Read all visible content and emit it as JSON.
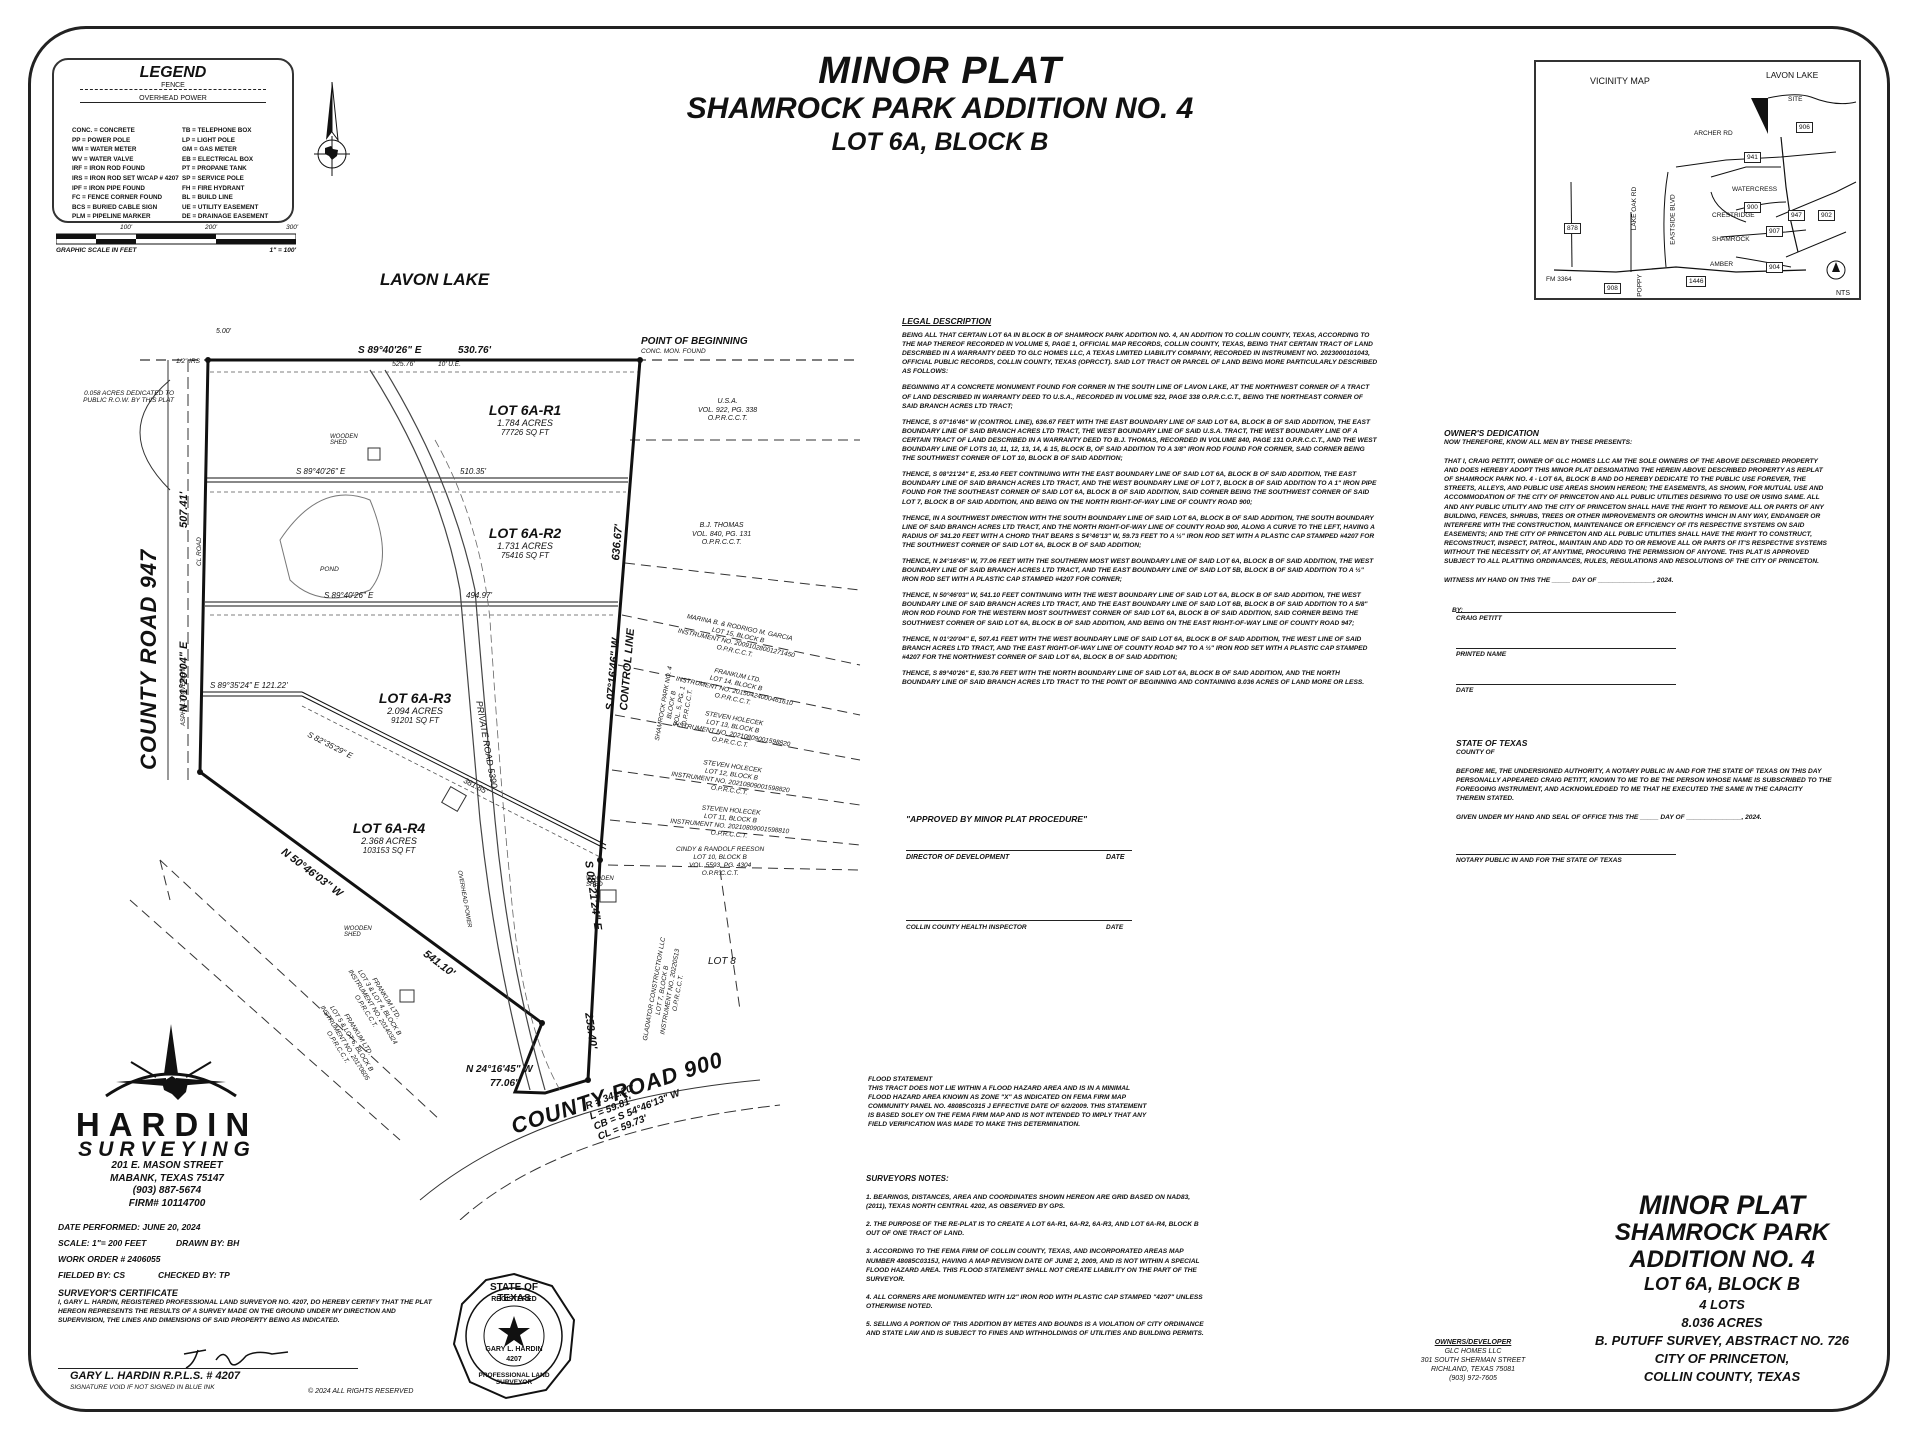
{
  "title": {
    "line1": "MINOR PLAT",
    "line2": "SHAMROCK PARK ADDITION NO. 4",
    "line3": "LOT 6A, BLOCK B"
  },
  "legend": {
    "heading": "LEGEND",
    "fence": "FENCE",
    "overhead": "OVERHEAD POWER",
    "left": [
      "CONC. = CONCRETE",
      "PP = POWER POLE",
      "WM = WATER METER",
      "WV = WATER VALVE",
      "IRF = IRON ROD FOUND",
      "IRS = IRON ROD SET W/CAP # 4207",
      "IPF = IRON PIPE FOUND",
      "FC = FENCE CORNER FOUND",
      "BCS = BURIED CABLE SIGN",
      "PLM = PIPELINE MARKER"
    ],
    "right": [
      "TB = TELEPHONE BOX",
      "LP = LIGHT POLE",
      "GM = GAS METER",
      "EB = ELECTRICAL BOX",
      "PT = PROPANE TANK",
      "SP = SERVICE POLE",
      "FH = FIRE HYDRANT",
      "BL = BUILD LINE",
      "UE = UTILITY EASEMENT",
      "DE = DRAINAGE EASEMENT"
    ]
  },
  "scale": {
    "t100": "100'",
    "t200": "200'",
    "t300": "300'",
    "caption": "GRAPHIC SCALE IN FEET",
    "ratio": "1\" = 100'"
  },
  "vicinity": {
    "title": "VICINITY MAP",
    "lake": "LAVON LAKE",
    "site": "SITE",
    "nts": "NTS",
    "roads": [
      "ARCHER RD",
      "WATERCRESS",
      "CRESTRIDGE",
      "SHAMROCK",
      "AMBER",
      "FM 3364",
      "LAKE OAK RD",
      "EASTSIDE BLVD",
      "POPPY"
    ],
    "boxes": [
      "906",
      "941",
      "900",
      "947",
      "907",
      "902",
      "904",
      "878",
      "1446",
      "908"
    ]
  },
  "plat": {
    "lake": "LAVON LAKE",
    "cr947": "COUNTY ROAD 947",
    "cr900": "COUNTY ROAD 900",
    "pob": "POINT OF BEGINNING",
    "pob2": "CONC. MON. FOUND",
    "north_line": "S 89°40'26\" E",
    "north_dist": "530.76'",
    "north_inner": "525.76'",
    "ue": "10' U.E.",
    "five": "5.00'",
    "half_irs": "1/2\" IRS",
    "row_note": [
      "0.058 ACRES DEDICATED TO",
      "PUBLIC R.O.W. BY THIS PLAT"
    ],
    "lots": [
      {
        "name": "LOT 6A-R1",
        "acres": "1.784 ACRES",
        "sqft": "77726 SQ FT"
      },
      {
        "name": "LOT 6A-R2",
        "acres": "1.731 ACRES",
        "sqft": "75416 SQ FT"
      },
      {
        "name": "LOT 6A-R3",
        "acres": "2.094 ACRES",
        "sqft": "91201 SQ FT"
      },
      {
        "name": "LOT 6A-R4",
        "acres": "2.368 ACRES",
        "sqft": "103153 SQ FT"
      }
    ],
    "lines": {
      "l1": "S 89°40'26\" E",
      "l1d": "510.35'",
      "l2": "S 89°40'26\" E",
      "l2d": "494.97'",
      "l3": "S 89°35'24\" E 121.22'",
      "l4": "S 82°35'29\" E",
      "l4d": "381.85'"
    },
    "west": "N 01°20'04\" E",
    "west_d": "507.41'",
    "cl_road": "CL ROAD",
    "east": "S 07°16'46\" W",
    "east2": "CONTROL LINE",
    "east_d": "636.67'",
    "sw": "N 50°46'03\" W",
    "sw_d": "541.10'",
    "s": "N 24°16'45\" W",
    "s_d": "77.06'",
    "se": "S 08°21'24\" E",
    "se_d": "253.40'",
    "curve": [
      "R = 341.20'",
      "L = 59.81'",
      "CB = S 54°46'13\" W",
      "CL = 59.73'"
    ],
    "private": "PRIVATE ROAD 5390",
    "pond": "POND",
    "shed": "WOODEN SHED",
    "overhead": "OVERHEAD POWER",
    "asphalt": "ASPHALT PAVEMENT",
    "lot8": "LOT 8",
    "adj": [
      [
        "U.S.A.",
        "VOL. 922, PG. 338",
        "O.P.R.C.C.T."
      ],
      [
        "B.J. THOMAS",
        "VOL. 840, PG. 131",
        "O.P.R.C.C.T."
      ],
      [
        "MARINA B. & RODRIGO M. GARCIA",
        "LOT 15, BLOCK B",
        "INSTRUMENT NO. 20091028001271450",
        "O.P.R.C.C.T."
      ],
      [
        "FRANKUM LTD.",
        "LOT 14, BLOCK B",
        "INSTRUMENT NO. 20150424000461610",
        "O.P.R.C.C.T."
      ],
      [
        "STEVEN HOLECEK",
        "LOT 13, BLOCK B",
        "INSTRUMENT NO. 20210809001598820",
        "O.P.R.C.C.T."
      ],
      [
        "STEVEN HOLECEK",
        "LOT 12, BLOCK B",
        "INSTRUMENT NO. 20210809001598820",
        "O.P.R.C.C.T."
      ],
      [
        "STEVEN HOLECEK",
        "LOT 11, BLOCK B",
        "INSTRUMENT NO. 20210809001598810",
        "O.P.R.C.C.T."
      ],
      [
        "CINDY & RANDOLF REESON",
        "LOT 10, BLOCK B",
        "VOL. 5593, PG. 4304",
        "O.P.R.C.C.T."
      ]
    ],
    "shamrock": [
      "SHAMROCK PARK NO. 4",
      "BLOCK B",
      "VOL. 5, PG. 1",
      "O.P.R.C.C.T."
    ],
    "gladiator": [
      "GLADIATOR CONSTRUCTION LLC",
      "LOT 7, BLOCK B",
      "INSTRUMENT NO. 20220513",
      "O.P.R.C.C.T."
    ],
    "frankum_a": [
      "FRANKUM LTD.",
      "LOT 3 & LOT 4, BLOCK B",
      "INSTRUMENT NO. 20140324",
      "O.P.R.C.C.T."
    ],
    "frankum_b": [
      "FRANKUM LTD.",
      "LOT 5 & LOT 6, BLOCK B",
      "INSTRUMENT NO. 20170605",
      "O.P.R.C.C.T."
    ]
  },
  "legal": {
    "heading": "LEGAL DESCRIPTION",
    "paras": [
      "BEING ALL THAT CERTAIN LOT 6A IN BLOCK B OF SHAMROCK PARK ADDITION NO. 4, AN ADDITION TO COLLIN COUNTY, TEXAS, ACCORDING TO THE MAP THEREOF RECORDED IN VOLUME 5, PAGE 1, OFFICIAL MAP RECORDS, COLLIN COUNTY, TEXAS, BEING THAT CERTAIN TRACT OF LAND DESCRIBED IN A WARRANTY DEED TO GLC HOMES LLC, A TEXAS LIMITED LIABILITY COMPANY, RECORDED IN INSTRUMENT NO. 2023000101043, OFFICIAL PUBLIC RECORDS, COLLIN COUNTY, TEXAS (OPRCCT). SAID LOT TRACT OR PARCEL OF LAND BEING MORE PARTICULARLY DESCRIBED AS FOLLOWS:",
      "BEGINNING AT A CONCRETE MONUMENT FOUND FOR CORNER IN THE SOUTH LINE OF LAVON LAKE, AT THE NORTHWEST CORNER OF A TRACT OF LAND DESCRIBED IN WARRANTY DEED TO U.S.A., RECORDED IN VOLUME 922, PAGE 338 O.P.R.C.C.T., BEING THE NORTHEAST CORNER OF SAID BRANCH ACRES LTD TRACT;",
      "THENCE, S 07°16'46\" W (CONTROL LINE), 636.67 FEET WITH THE EAST BOUNDARY LINE OF SAID LOT 6A, BLOCK B OF SAID ADDITION, THE EAST BOUNDARY LINE OF SAID BRANCH ACRES LTD TRACT, THE WEST BOUNDARY LINE OF SAID U.S.A. TRACT, THE WEST BOUNDARY LINE OF A CERTAIN TRACT OF LAND DESCRIBED IN A WARRANTY DEED TO B.J. THOMAS, RECORDED IN VOLUME 840, PAGE 131 O.P.R.C.C.T., AND THE WEST BOUNDARY LINE OF LOTS 10, 11, 12, 13, 14, & 15, BLOCK B, OF SAID ADDITION TO A 3/8\" IRON ROD FOUND FOR CORNER, SAID CORNER BEING THE SOUTHWEST CORNER OF LOT 10, BLOCK B OF SAID ADDITION;",
      "THENCE, S 08°21'24\" E, 253.40 FEET CONTINUING WITH THE EAST BOUNDARY LINE OF SAID LOT 6A, BLOCK B OF SAID ADDITION, THE EAST BOUNDARY LINE OF SAID BRANCH ACRES LTD TRACT, AND THE WEST BOUNDARY LINE OF LOT 7, BLOCK B OF SAID ADDITION TO A 1\" IRON PIPE FOUND FOR THE SOUTHEAST CORNER OF SAID LOT 6A, BLOCK B OF SAID ADDITION, SAID CORNER BEING THE SOUTHWEST CORNER OF SAID LOT 7, BLOCK B OF SAID ADDITION, AND BEING ON THE NORTH RIGHT-OF-WAY LINE OF COUNTY ROAD 900;",
      "THENCE, IN A SOUTHWEST DIRECTION WITH THE SOUTH BOUNDARY LINE OF SAID LOT 6A, BLOCK B OF SAID ADDITION, THE SOUTH BOUNDARY LINE OF SAID BRANCH ACRES LTD TRACT, AND THE NORTH RIGHT-OF-WAY LINE OF COUNTY ROAD 900, ALONG A CURVE TO THE LEFT, HAVING A RADIUS OF 341.20 FEET WITH A CHORD THAT BEARS S 54°46'13\" W, 59.73 FEET TO A ½\" IRON ROD SET WITH A PLASTIC CAP STAMPED #4207 FOR THE SOUTHWEST CORNER OF SAID LOT 6A, BLOCK B OF SAID ADDITION;",
      "THENCE, N 24°16'45\" W, 77.06 FEET WITH THE SOUTHERN MOST WEST BOUNDARY LINE OF SAID LOT 6A, BLOCK B OF SAID ADDITION, THE WEST BOUNDARY LINE OF SAID BRANCH ACRES LTD TRACT, AND THE EAST BOUNDARY LINE OF SAID LOT 5B, BLOCK B OF SAID ADDITION TO A ½\" IRON ROD SET WITH A PLASTIC CAP STAMPED #4207 FOR CORNER;",
      "THENCE, N 50°46'03\" W, 541.10 FEET CONTINUING WITH THE WEST BOUNDARY LINE OF SAID LOT 6A, BLOCK B OF SAID ADDITION, THE WEST BOUNDARY LINE OF SAID BRANCH ACRES LTD TRACT, AND THE EAST BOUNDARY LINE OF SAID LOT 6B, BLOCK B OF SAID ADDITION TO A 5/8\" IRON ROD FOUND FOR THE WESTERN MOST SOUTHWEST CORNER OF SAID LOT 6A, BLOCK B OF SAID ADDITION, SAID CORNER BEING THE SOUTHWEST CORNER OF SAID LOT 6A, BLOCK B OF SAID ADDITION, AND BEING ON THE EAST RIGHT-OF-WAY LINE OF COUNTY ROAD 947;",
      "THENCE, N 01°20'04\" E, 507.41 FEET WITH THE WEST BOUNDARY LINE OF SAID LOT 6A, BLOCK B OF SAID ADDITION, THE WEST LINE OF SAID BRANCH ACRES LTD TRACT, AND THE EAST RIGHT-OF-WAY LINE OF COUNTY ROAD 947 TO A ½\" IRON ROD SET WITH A PLASTIC CAP STAMPED #4207 FOR THE NORTHWEST CORNER OF SAID LOT 6A, BLOCK B OF SAID ADDITION;",
      "THENCE, S 89°40'26\" E, 530.76 FEET WITH THE NORTH BOUNDARY LINE OF SAID LOT 6A, BLOCK B OF SAID ADDITION, AND THE NORTH BOUNDARY LINE OF SAID BRANCH ACRES LTD TRACT TO THE POINT OF BEGINNING AND CONTAINING 8.036 ACRES OF LAND MORE OR LESS."
    ]
  },
  "approval": {
    "heading": "\"APPROVED BY MINOR PLAT PROCEDURE\"",
    "director": "DIRECTOR OF DEVELOPMENT",
    "health": "COLLIN COUNTY HEALTH INSPECTOR",
    "date": "DATE"
  },
  "owner": {
    "heading": "OWNER'S DEDICATION",
    "sub": "NOW THEREFORE, KNOW ALL MEN BY THESE PRESENTS:",
    "text": "THAT I, CRAIG PETITT, OWNER OF GLC HOMES LLC AM THE SOLE OWNERS OF THE ABOVE DESCRIBED PROPERTY AND DOES HEREBY ADOPT THIS MINOR PLAT DESIGNATING THE HEREIN ABOVE DESCRIBED PROPERTY AS REPLAT OF SHAMROCK PARK NO. 4 - LOT 6A, BLOCK B AND DO HEREBY DEDICATE TO THE PUBLIC USE FOREVER, THE STREETS, ALLEYS, AND PUBLIC USE AREAS SHOWN HEREON; THE EASEMENTS, AS SHOWN, FOR MUTUAL USE AND ACCOMMODATION OF THE CITY OF PRINCETON AND ALL PUBLIC UTILITIES DESIRING TO USE OR USING SAME. ALL AND ANY PUBLIC UTILITY AND THE CITY OF PRINCETON SHALL HAVE THE RIGHT TO REMOVE ALL OR PARTS OF ANY BUILDING, FENCES, SHRUBS, TREES OR OTHER IMPROVEMENTS OR GROWTHS WHICH IN ANY WAY, ENDANGER OR INTERFERE WITH THE CONSTRUCTION, MAINTENANCE OR EFFICIENCY OF ITS RESPECTIVE SYSTEMS ON SAID EASEMENTS; AND THE CITY OF PRINCETON AND ALL PUBLIC UTILITIES SHALL HAVE THE RIGHT TO CONSTRUCT, RECONSTRUCT, INSPECT, PATROL, MAINTAIN AND ADD TO OR REMOVE ALL OR PARTS OF IT'S RESPECTIVE SYSTEMS WITHOUT THE NECESSITY OF, AT ANYTIME, PROCURING THE PERMISSION OF ANYONE. THIS PLAT IS APPROVED SUBJECT TO ALL PLATTING ORDINANCES, RULES, REGULATIONS AND RESOLUTIONS OF THE CITY OF PRINCETON.",
    "witness": "WITNESS MY HAND ON THIS THE _____ DAY OF _______________, 2024.",
    "by": "BY:",
    "name": "CRAIG PETITT",
    "printed": "PRINTED NAME",
    "date": "DATE"
  },
  "notary": {
    "state": "STATE OF TEXAS",
    "county": "COUNTY OF",
    "text": "BEFORE ME, THE UNDERSIGNED AUTHORITY, A NOTARY PUBLIC IN AND FOR THE STATE OF TEXAS ON THIS DAY PERSONALLY APPEARED CRAIG PETITT, KNOWN TO ME TO BE THE PERSON WHOSE NAME IS SUBSCRIBED TO THE FOREGOING INSTRUMENT, AND ACKNOWLEDGED TO ME THAT HE EXECUTED THE SAME IN THE CAPACITY THEREIN STATED.",
    "given": "GIVEN UNDER MY HAND AND SEAL OF OFFICE THIS THE _____ DAY OF _______________, 2024.",
    "sign": "NOTARY PUBLIC IN AND FOR THE STATE OF TEXAS"
  },
  "flood": {
    "heading": "FLOOD STATEMENT",
    "text": "THIS TRACT DOES NOT LIE WITHIN A FLOOD HAZARD AREA AND IS IN A MINIMAL FLOOD HAZARD AREA KNOWN AS ZONE \"X\" AS INDICATED ON FEMA FIRM MAP COMMUNITY PANEL NO. 48085C0315 J EFFECTIVE DATE OF 6/2/2009. THIS STATEMENT IS BASED SOLEY ON THE FEMA FIRM MAP AND IS NOT INTENDED TO IMPLY THAT ANY FIELD VERIFICATION WAS MADE TO MAKE THIS DETERMINATION."
  },
  "notes": {
    "heading": "SURVEYORS NOTES:",
    "items": [
      "1.   BEARINGS, DISTANCES, AREA AND COORDINATES SHOWN HEREON ARE GRID BASED ON NAD83, (2011), TEXAS NORTH CENTRAL 4202, AS OBSERVED BY GPS.",
      "2.   THE PURPOSE OF THE RE-PLAT IS TO CREATE A LOT 6A-R1, 6A-R2, 6A-R3, AND LOT 6A-R4, BLOCK B OUT OF ONE TRACT OF LAND.",
      "3.   ACCORDING TO THE FEMA FIRM OF COLLIN COUNTY, TEXAS, AND INCORPORATED AREAS MAP NUMBER 48085C0315J, HAVING A MAP REVISION DATE OF JUNE 2, 2009, AND IS NOT WITHIN A SPECIAL FLOOD HAZARD AREA. THIS FLOOD STATEMENT SHALL NOT CREATE LIABILITY ON THE PART OF THE SURVEYOR.",
      "4.   ALL CORNERS ARE MONUMENTED WITH 1/2\" IRON ROD WITH PLASTIC CAP STAMPED \"4207\" UNLESS OTHERWISE NOTED.",
      "5.   SELLING A PORTION OF THIS ADDITION BY METES AND BOUNDS IS A VIOLATION OF CITY ORDINANCE AND STATE LAW AND IS SUBJECT TO FINES AND WITHHOLDINGS OF UTILITIES AND BUILDING PERMITS."
    ]
  },
  "developer": {
    "heading": "OWNERS/DEVELOPER",
    "lines": [
      "GLC HOMES LLC",
      "301 SOUTH SHERMAN STREET",
      "RICHLAND, TEXAS 75081",
      "(903) 972-7605"
    ]
  },
  "bottom_title": {
    "l1": "MINOR PLAT",
    "l2": "SHAMROCK PARK",
    "l3": "ADDITION NO. 4",
    "l4": "LOT 6A, BLOCK B",
    "l5": "4 LOTS",
    "l6": "8.036 ACRES",
    "l7": "B. PUTUFF SURVEY, ABSTRACT NO. 726",
    "l8": "CITY OF PRINCETON,",
    "l9": "COLLIN COUNTY, TEXAS"
  },
  "hardin": {
    "name": "HARDIN",
    "sub": "SURVEYING",
    "addr": [
      "201 E. MASON STREET",
      "MABANK, TEXAS 75147",
      "(903) 887-5674",
      "FIRM# 10114700"
    ],
    "performed": "DATE PERFORMED: JUNE 20, 2024",
    "scale": "SCALE: 1\"= 200 FEET",
    "drawn": "DRAWN BY: BH",
    "work": "WORK ORDER # 2406055",
    "fielded": "FIELDED BY: CS",
    "checked": "CHECKED BY: TP",
    "cert_head": "SURVEYOR'S CERTIFICATE",
    "cert": "I, GARY L. HARDIN, REGISTERED PROFESSIONAL LAND SURVEYOR NO. 4207, DO HEREBY CERTIFY THAT THE PLAT HEREON REPRESENTS THE RESULTS OF A SURVEY MADE ON THE GROUND UNDER MY DIRECTION AND SUPERVISION, THE LINES AND DIMENSIONS OF SAID PROPERTY BEING AS INDICATED.",
    "sig": "GARY L. HARDIN R.P.L.S. # 4207",
    "sig_note": "SIGNATURE VOID IF NOT SIGNED IN BLUE INK",
    "copyright": "© 2024 ALL RIGHTS RESERVED"
  },
  "seal": {
    "top": "STATE OF TEXAS",
    "reg": "REGISTERED",
    "name": "GARY L. HARDIN",
    "num": "4207",
    "bottom": "PROFESSIONAL LAND SURVEYOR"
  }
}
